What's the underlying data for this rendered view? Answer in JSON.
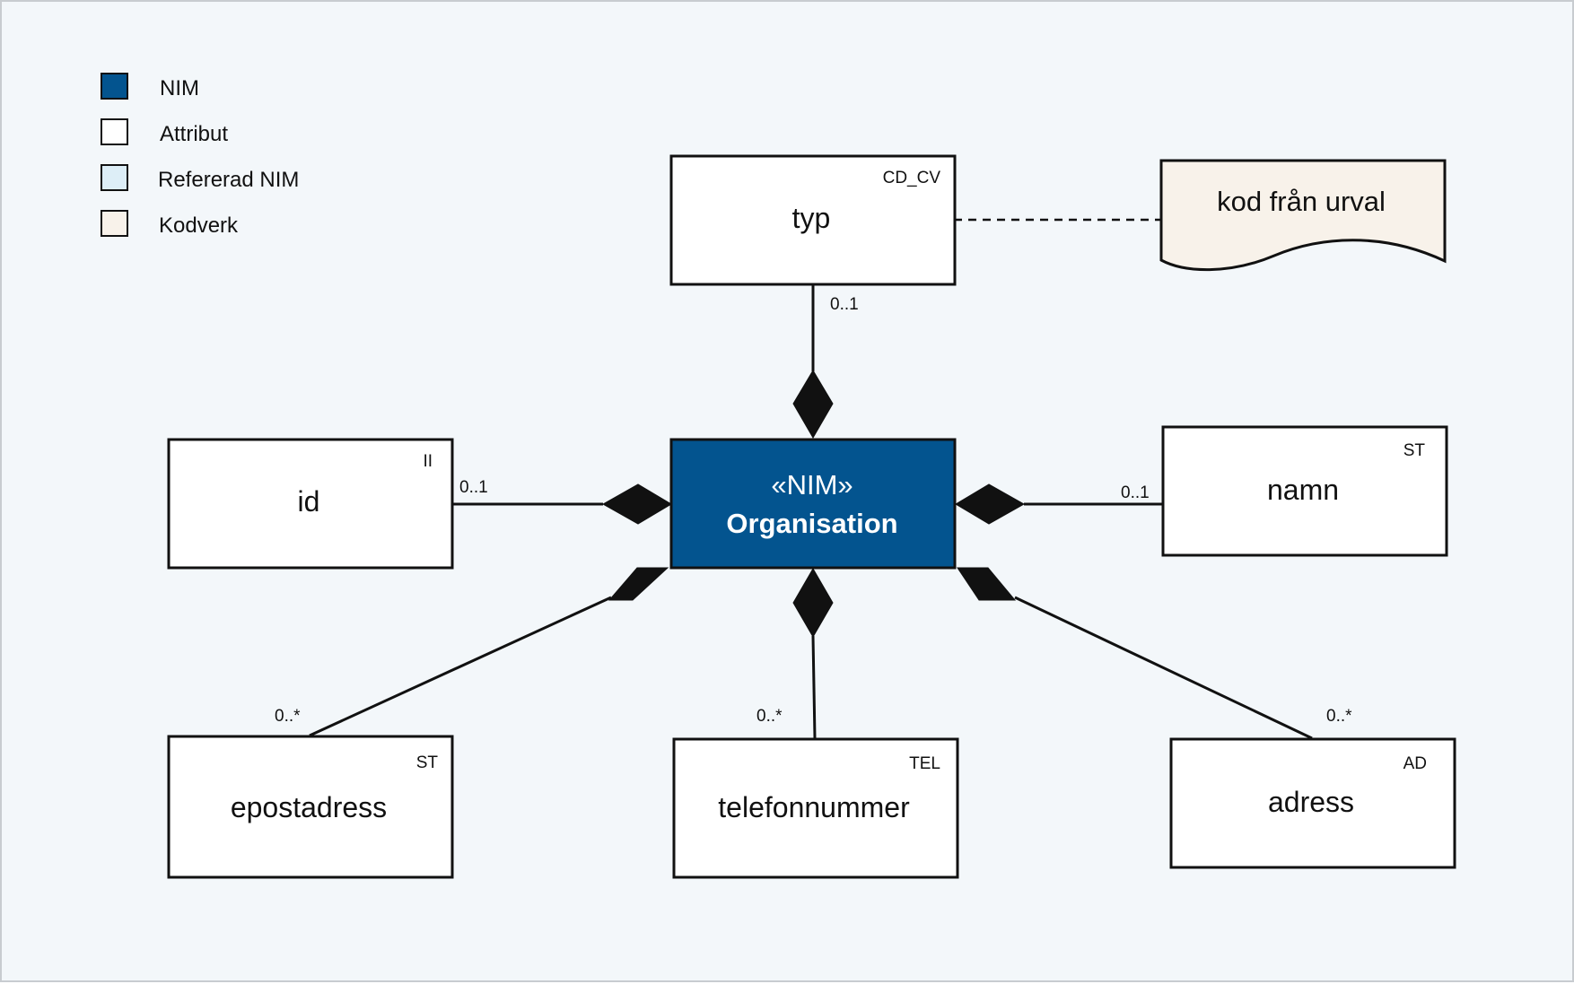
{
  "colors": {
    "background": "#f3f7fa",
    "border": "#c8ccd0",
    "nim": "#03548f",
    "attribut": "#ffffff",
    "refererad_nim": "#ddeef7",
    "kodverk": "#f8f2ea",
    "stroke": "#111111"
  },
  "legend": [
    {
      "key": "nim",
      "label": "NIM"
    },
    {
      "key": "attribut",
      "label": "Attribut"
    },
    {
      "key": "refererad_nim",
      "label": "Refererad NIM"
    },
    {
      "key": "kodverk",
      "label": "Kodverk"
    }
  ],
  "center": {
    "stereotype": "«NIM»",
    "name": "Organisation"
  },
  "attributes": {
    "typ": {
      "name": "typ",
      "type": "CD_CV",
      "multiplicity": "0..1"
    },
    "id": {
      "name": "id",
      "type": "II",
      "multiplicity": "0..1"
    },
    "namn": {
      "name": "namn",
      "type": "ST",
      "multiplicity": "0..1"
    },
    "epostadress": {
      "name": "epostadress",
      "type": "ST",
      "multiplicity": "0..*"
    },
    "telefonnummer": {
      "name": "telefonnummer",
      "type": "TEL",
      "multiplicity": "0..*"
    },
    "adress": {
      "name": "adress",
      "type": "AD",
      "multiplicity": "0..*"
    }
  },
  "codelist": {
    "label": "kod från urval"
  }
}
